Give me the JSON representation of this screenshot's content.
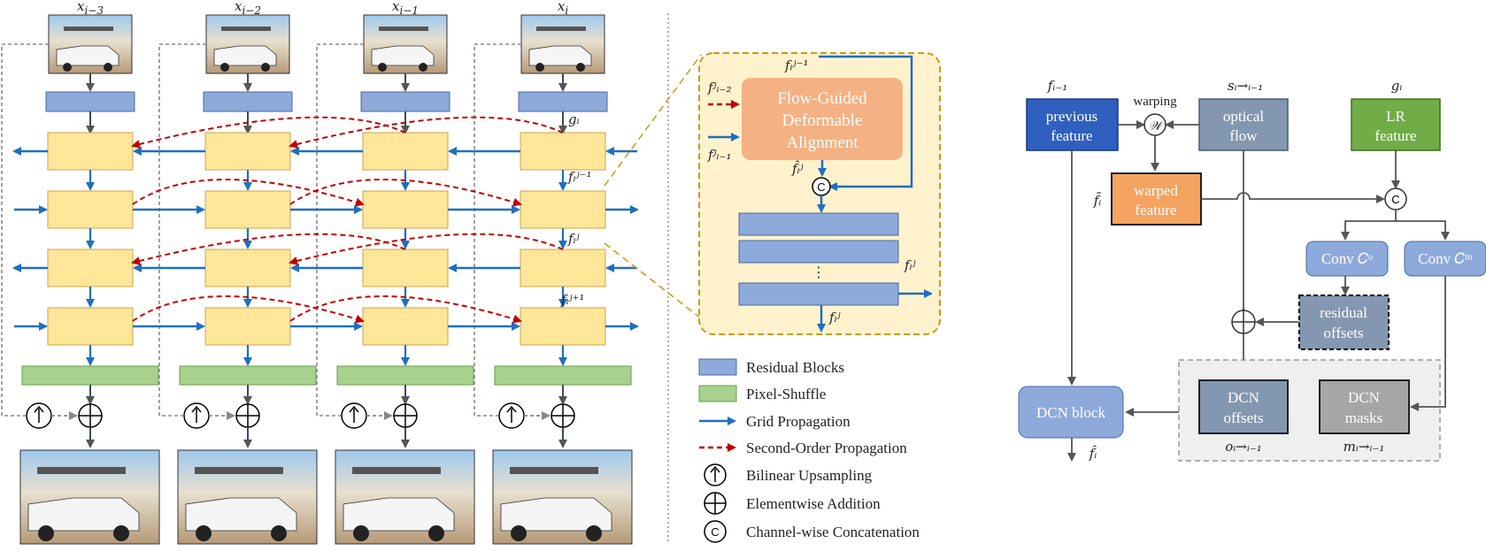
{
  "frames": [
    {
      "input_label": "x_{i−3}"
    },
    {
      "input_label": "x_{i−2}"
    },
    {
      "input_label": "x_{i−1}"
    },
    {
      "input_label": "x_{i}"
    }
  ],
  "left_labels": {
    "g": "gᵢ",
    "fjm1": "fᵢʲ⁻¹",
    "fj": "fᵢʲ",
    "fjp1": "fᵢʲ⁺¹"
  },
  "detail": {
    "title_line1": "Flow-Guided",
    "title_line2": "Deformable",
    "title_line3": "Alignment",
    "in_prev2": "fʲᵢ₋₂",
    "in_prev1": "fʲᵢ₋₁",
    "in_top": "fᵢʲ⁻¹",
    "hat": "f̂ᵢʲ",
    "out_right": "fᵢʲ",
    "out_bottom": "fᵢʲ",
    "concat": "C",
    "dots": "⋮"
  },
  "legend": [
    {
      "label": "Residual Blocks",
      "icon": "residual-block-swatch"
    },
    {
      "label": "Pixel-Shuffle",
      "icon": "pixel-shuffle-swatch"
    },
    {
      "label": "Grid Propagation",
      "icon": "blue-arrow-icon"
    },
    {
      "label": "Second-Order Propagation",
      "icon": "red-dashed-arrow-icon"
    },
    {
      "label": "Bilinear Upsampling",
      "icon": "up-arrow-circle-icon"
    },
    {
      "label": "Elementwise Addition",
      "icon": "plus-circle-icon"
    },
    {
      "label": "Channel-wise Concatenation",
      "icon": "c-circle-icon"
    }
  ],
  "right": {
    "f_prev_label": "fᵢ₋₁",
    "warping_label": "warping",
    "s_label": "sᵢ→ᵢ₋₁",
    "g_label": "gᵢ",
    "prev_feature_1": "previous",
    "prev_feature_2": "feature",
    "optical_flow_1": "optical",
    "optical_flow_2": "flow",
    "lr_feature_1": "LR",
    "lr_feature_2": "feature",
    "warped_1": "warped",
    "warped_2": "feature",
    "f_bar": "f̄ᵢ",
    "conv_o": "Conv 𝐶ᵒ",
    "conv_m": "Conv 𝐶ᵐ",
    "residual_1": "residual",
    "residual_2": "offsets",
    "dcn_block": "DCN block",
    "dcn_offsets_1": "DCN",
    "dcn_offsets_2": "offsets",
    "dcn_masks_1": "DCN",
    "dcn_masks_2": "masks",
    "o_label": "oᵢ→ᵢ₋₁",
    "m_label": "mᵢ→ᵢ₋₁",
    "f_hat": "f̂ᵢ",
    "w_symbol": "𝒲",
    "c_symbol": "C"
  },
  "colors": {
    "residual": "#8eaadb",
    "yellow": "#ffe699",
    "green": "#a9d18e",
    "blue_arrow": "#1f6fbf",
    "red_dash": "#c00000",
    "orange": "#f4b183",
    "dark_blue": "#2f5fbf",
    "slate": "#8497b0",
    "lr_green": "#70ad47",
    "warped": "#f4a460",
    "gray": "#a6a6a6"
  }
}
